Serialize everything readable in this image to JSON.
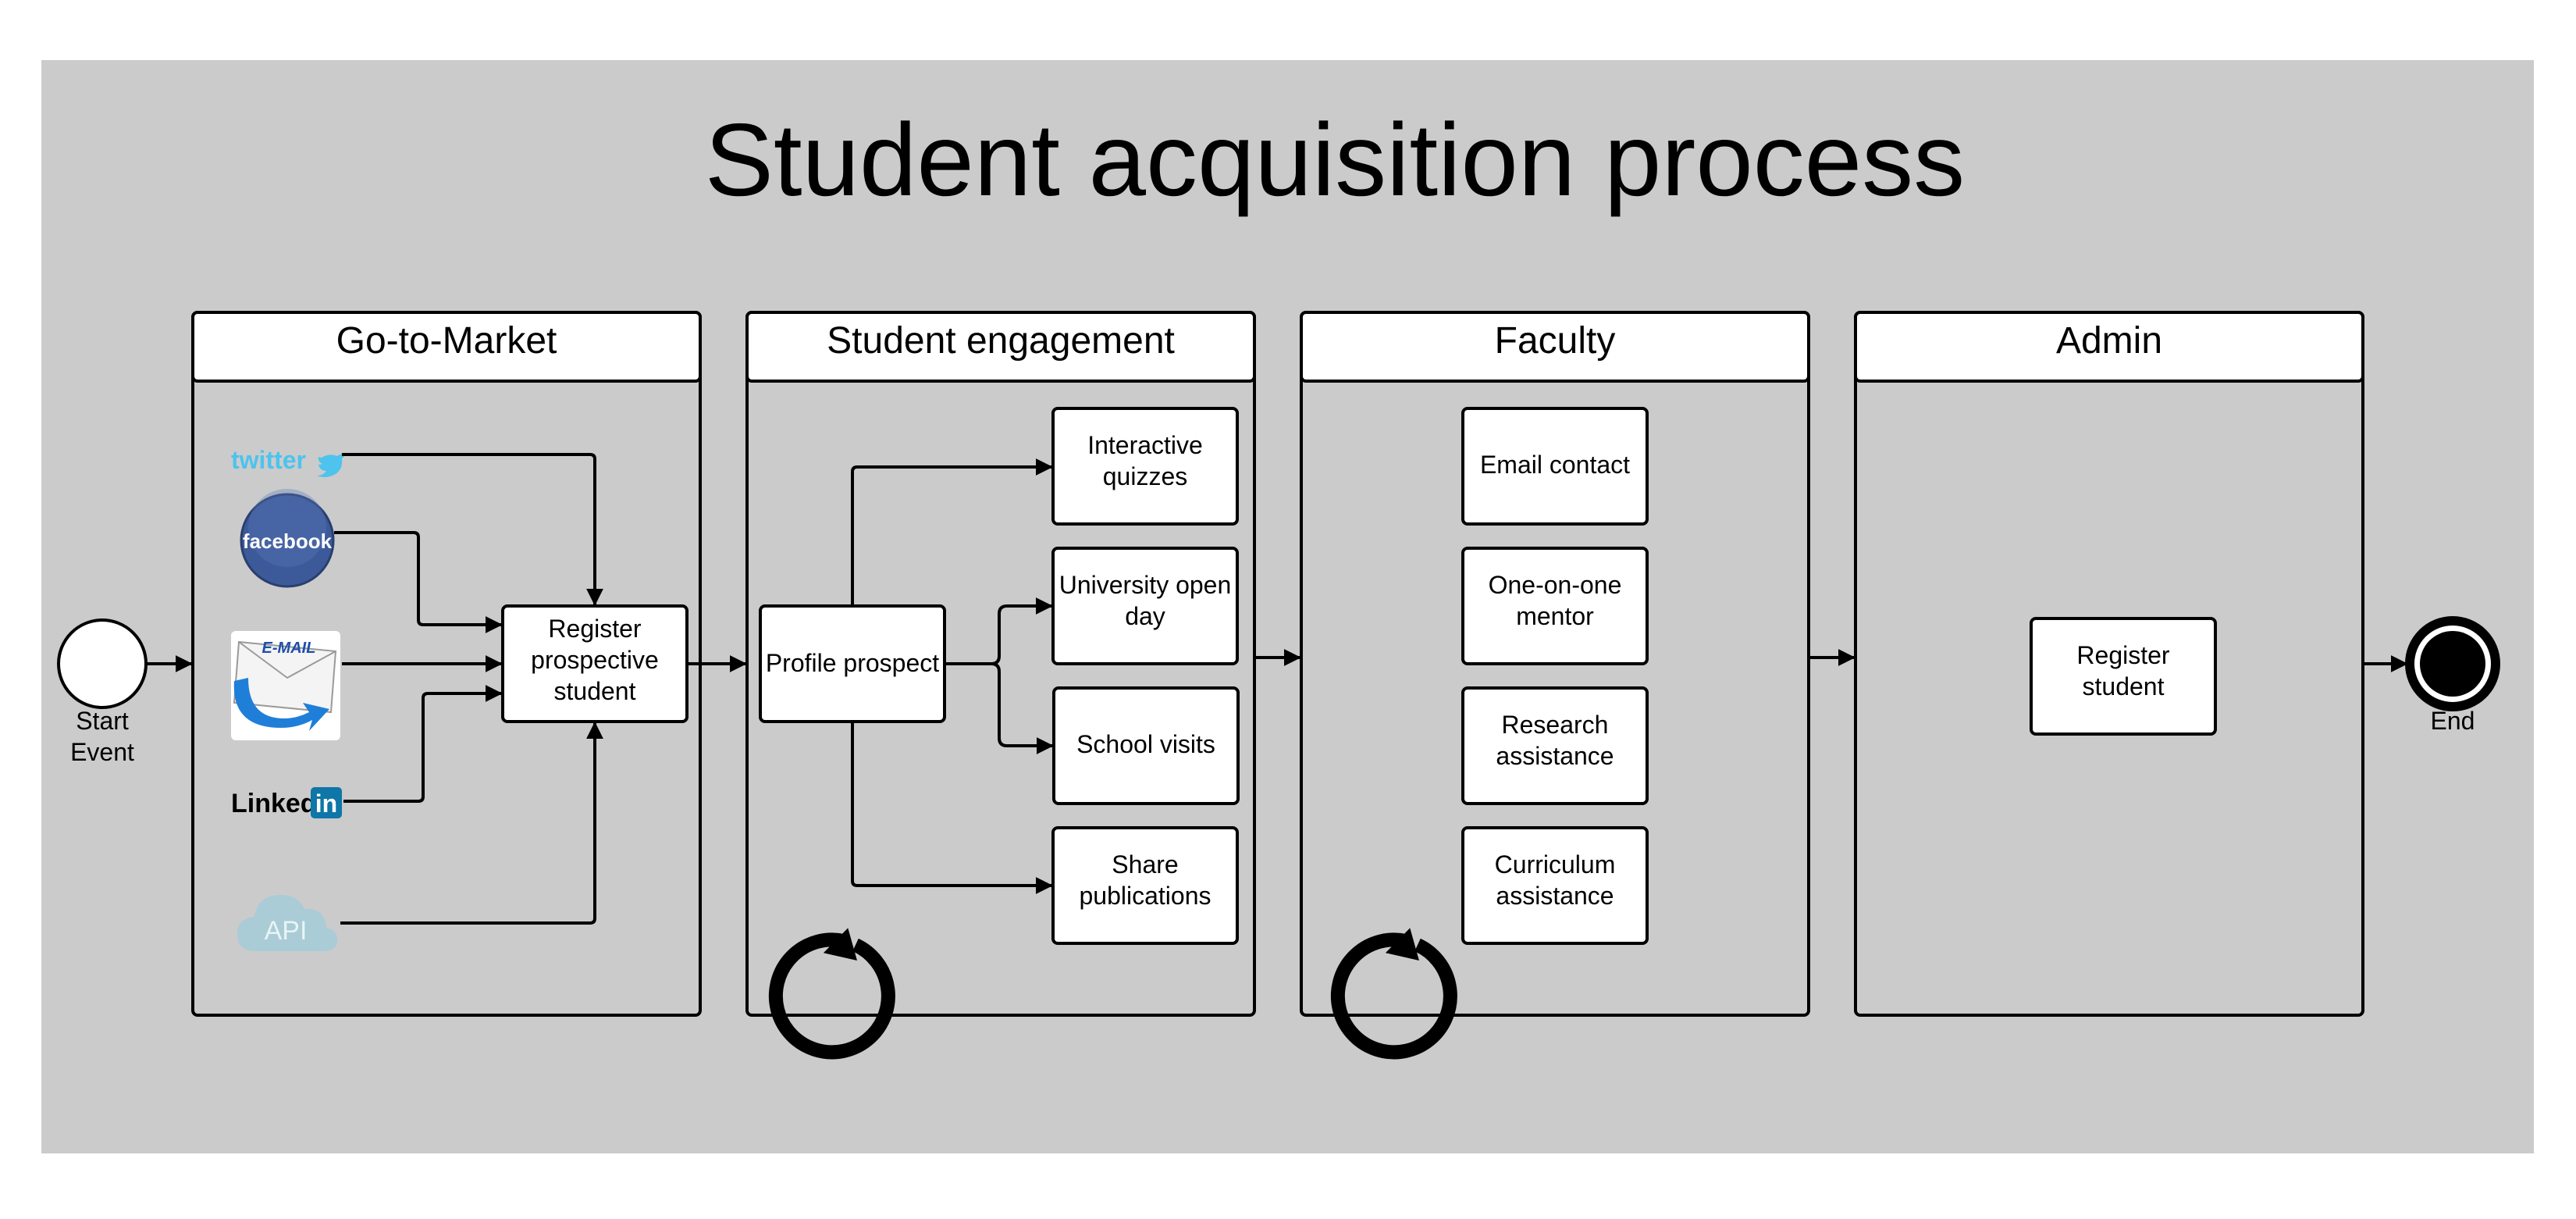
{
  "title": "Student acquisition process",
  "colors": {
    "background": "#cbcbcb",
    "box_fill": "#ffffff",
    "stroke": "#000000",
    "twitter": "#4dc3ee",
    "facebook": "#3c5a99",
    "linkedin_blue": "#0e76a8",
    "api_cloud": "#a9ccd6"
  },
  "start_event": {
    "label_line1": "Start",
    "label_line2": "Event"
  },
  "end_event": {
    "label": "End"
  },
  "lanes": {
    "go_to_market": {
      "title": "Go-to-Market",
      "sources": {
        "twitter": "twitter",
        "facebook": "facebook",
        "email": "E-MAIL",
        "linkedin_text": "Linked",
        "linkedin_badge": "in",
        "api": "API"
      },
      "task": {
        "line1": "Register",
        "line2": "prospective",
        "line3": "student"
      }
    },
    "student_engagement": {
      "title": "Student engagement",
      "profile_task": "Profile prospect",
      "tasks": {
        "quizzes": {
          "line1": "Interactive",
          "line2": "quizzes"
        },
        "open_day": {
          "line1": "University open",
          "line2": "day"
        },
        "school_visits": {
          "line1": "School visits"
        },
        "publications": {
          "line1": "Share",
          "line2": "publications"
        }
      }
    },
    "faculty": {
      "title": "Faculty",
      "tasks": {
        "email_contact": {
          "line1": "Email contact"
        },
        "mentor": {
          "line1": "One-on-one",
          "line2": "mentor"
        },
        "research": {
          "line1": "Research",
          "line2": "assistance"
        },
        "curriculum": {
          "line1": "Curriculum",
          "line2": "assistance"
        }
      }
    },
    "admin": {
      "title": "Admin",
      "task": {
        "line1": "Register",
        "line2": "student"
      }
    }
  }
}
